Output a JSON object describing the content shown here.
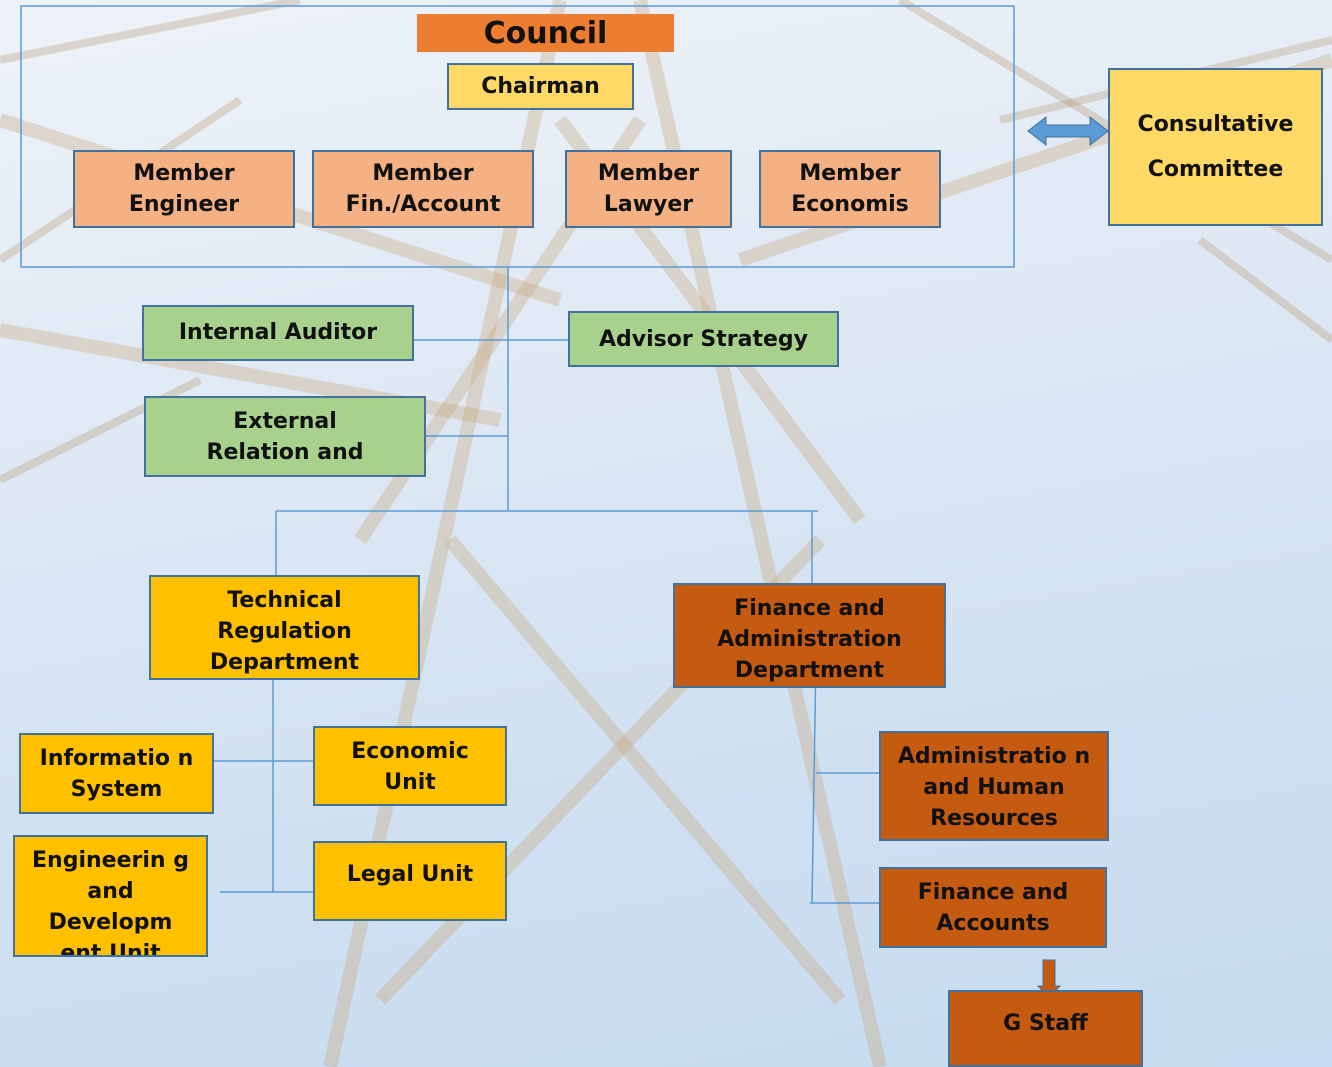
{
  "council": {
    "title": "Council",
    "chairman": "Chairman"
  },
  "members": [
    "Member Engineer",
    "Member Fin./Account",
    "Member Lawyer",
    "Member Economis"
  ],
  "consultative": "Consultative Committee",
  "advisory": {
    "internal_auditor": "Internal Auditor",
    "advisor_strategy": "Advisor Strategy",
    "external_relation": "External Relation and"
  },
  "technical": {
    "department": "Technical Regulation Department",
    "information_system": "Informatio n System",
    "economic_unit": "Economic Unit",
    "engineering": "Engineerin g and Developm ent Unit",
    "legal_unit": "Legal Unit"
  },
  "finance": {
    "department": "Finance and Administration Department",
    "admin_hr": "Administratio n and Human Resources",
    "finance_accounts": "Finance and Accounts",
    "g_staff": "G Staff"
  },
  "colors": {
    "council": "#ed7d31",
    "member": "#f4b183",
    "chairman": "#ffd966",
    "advisory": "#a9d18e",
    "technical": "#ffc000",
    "finance": "#c55a11",
    "connector": "#5b9bd5"
  }
}
